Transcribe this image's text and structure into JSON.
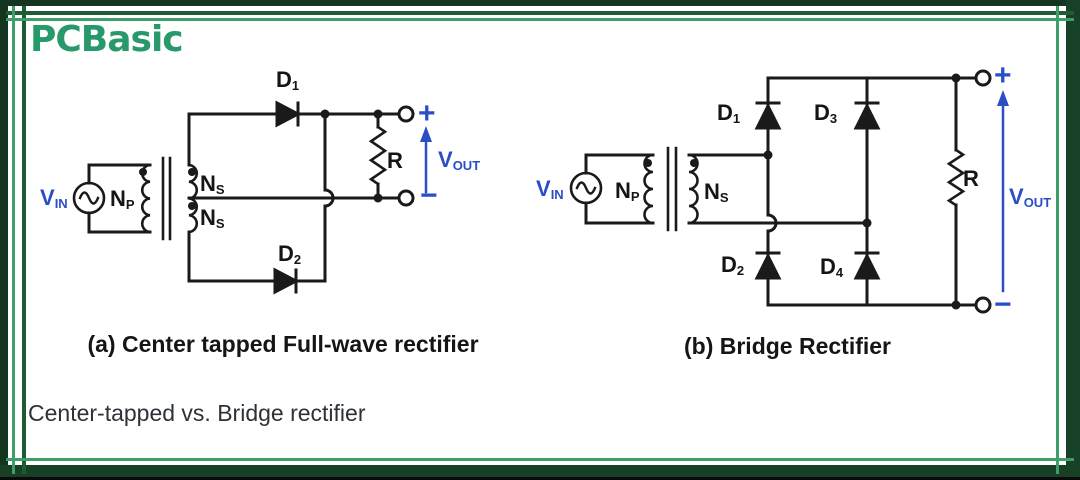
{
  "logo": {
    "text": "PCBasic"
  },
  "footer": {
    "caption": "Center-tapped vs. Bridge rectifier"
  },
  "colors": {
    "accent_green": "#27996a",
    "frame_dark_green": "#1f5c35",
    "frame_bright_green": "#3f9e68",
    "wire_black": "#1a1a1a",
    "annotation_blue": "#2b4ec5"
  },
  "circuit_a": {
    "caption": "(a) Center tapped Full-wave rectifier",
    "labels": {
      "vin": {
        "base": "V",
        "sub": "IN"
      },
      "np": {
        "base": "N",
        "sub": "P"
      },
      "ns1": {
        "base": "N",
        "sub": "S"
      },
      "ns2": {
        "base": "N",
        "sub": "S"
      },
      "d1": {
        "base": "D",
        "sub": "1"
      },
      "d2": {
        "base": "D",
        "sub": "2"
      },
      "r": "R",
      "vout": {
        "base": "V",
        "sub": "OUT"
      },
      "plus": "+",
      "minus": "−"
    }
  },
  "circuit_b": {
    "caption": "(b) Bridge Rectifier",
    "labels": {
      "vin": {
        "base": "V",
        "sub": "IN"
      },
      "np": {
        "base": "N",
        "sub": "P"
      },
      "ns": {
        "base": "N",
        "sub": "S"
      },
      "d1": {
        "base": "D",
        "sub": "1"
      },
      "d2": {
        "base": "D",
        "sub": "2"
      },
      "d3": {
        "base": "D",
        "sub": "3"
      },
      "d4": {
        "base": "D",
        "sub": "4"
      },
      "r": "R",
      "vout": {
        "base": "V",
        "sub": "OUT"
      },
      "plus": "+",
      "minus": "−"
    }
  }
}
